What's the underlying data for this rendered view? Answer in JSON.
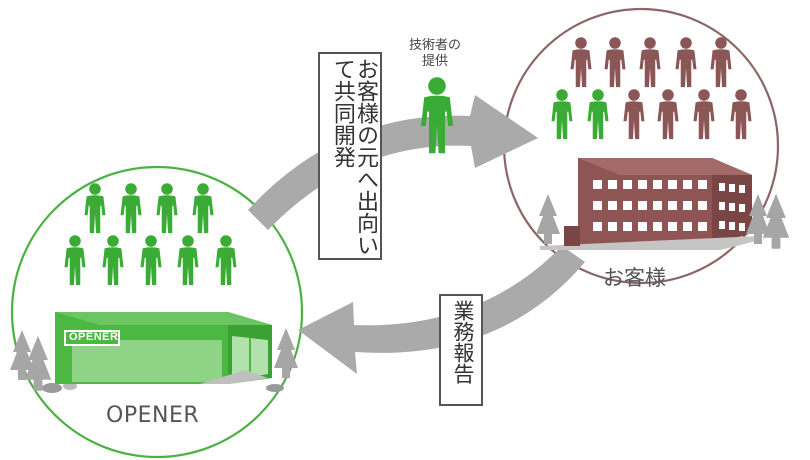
{
  "labels": {
    "dev_box": "お客様の元へ出向いて共同開発",
    "report_box": "業務報告",
    "tech_provision": "技術者の提供",
    "client_name": "お客様",
    "opener_name": "OPENER",
    "shop_sign": "OPENER"
  },
  "colors": {
    "green_person": "#3aab35",
    "client_person": "#8a5656",
    "arrow": "#aaaaaa",
    "opener_circle": "#4cb142",
    "client_circle": "#8a6666",
    "building": "#8f5555",
    "shop": "#4bb841"
  }
}
